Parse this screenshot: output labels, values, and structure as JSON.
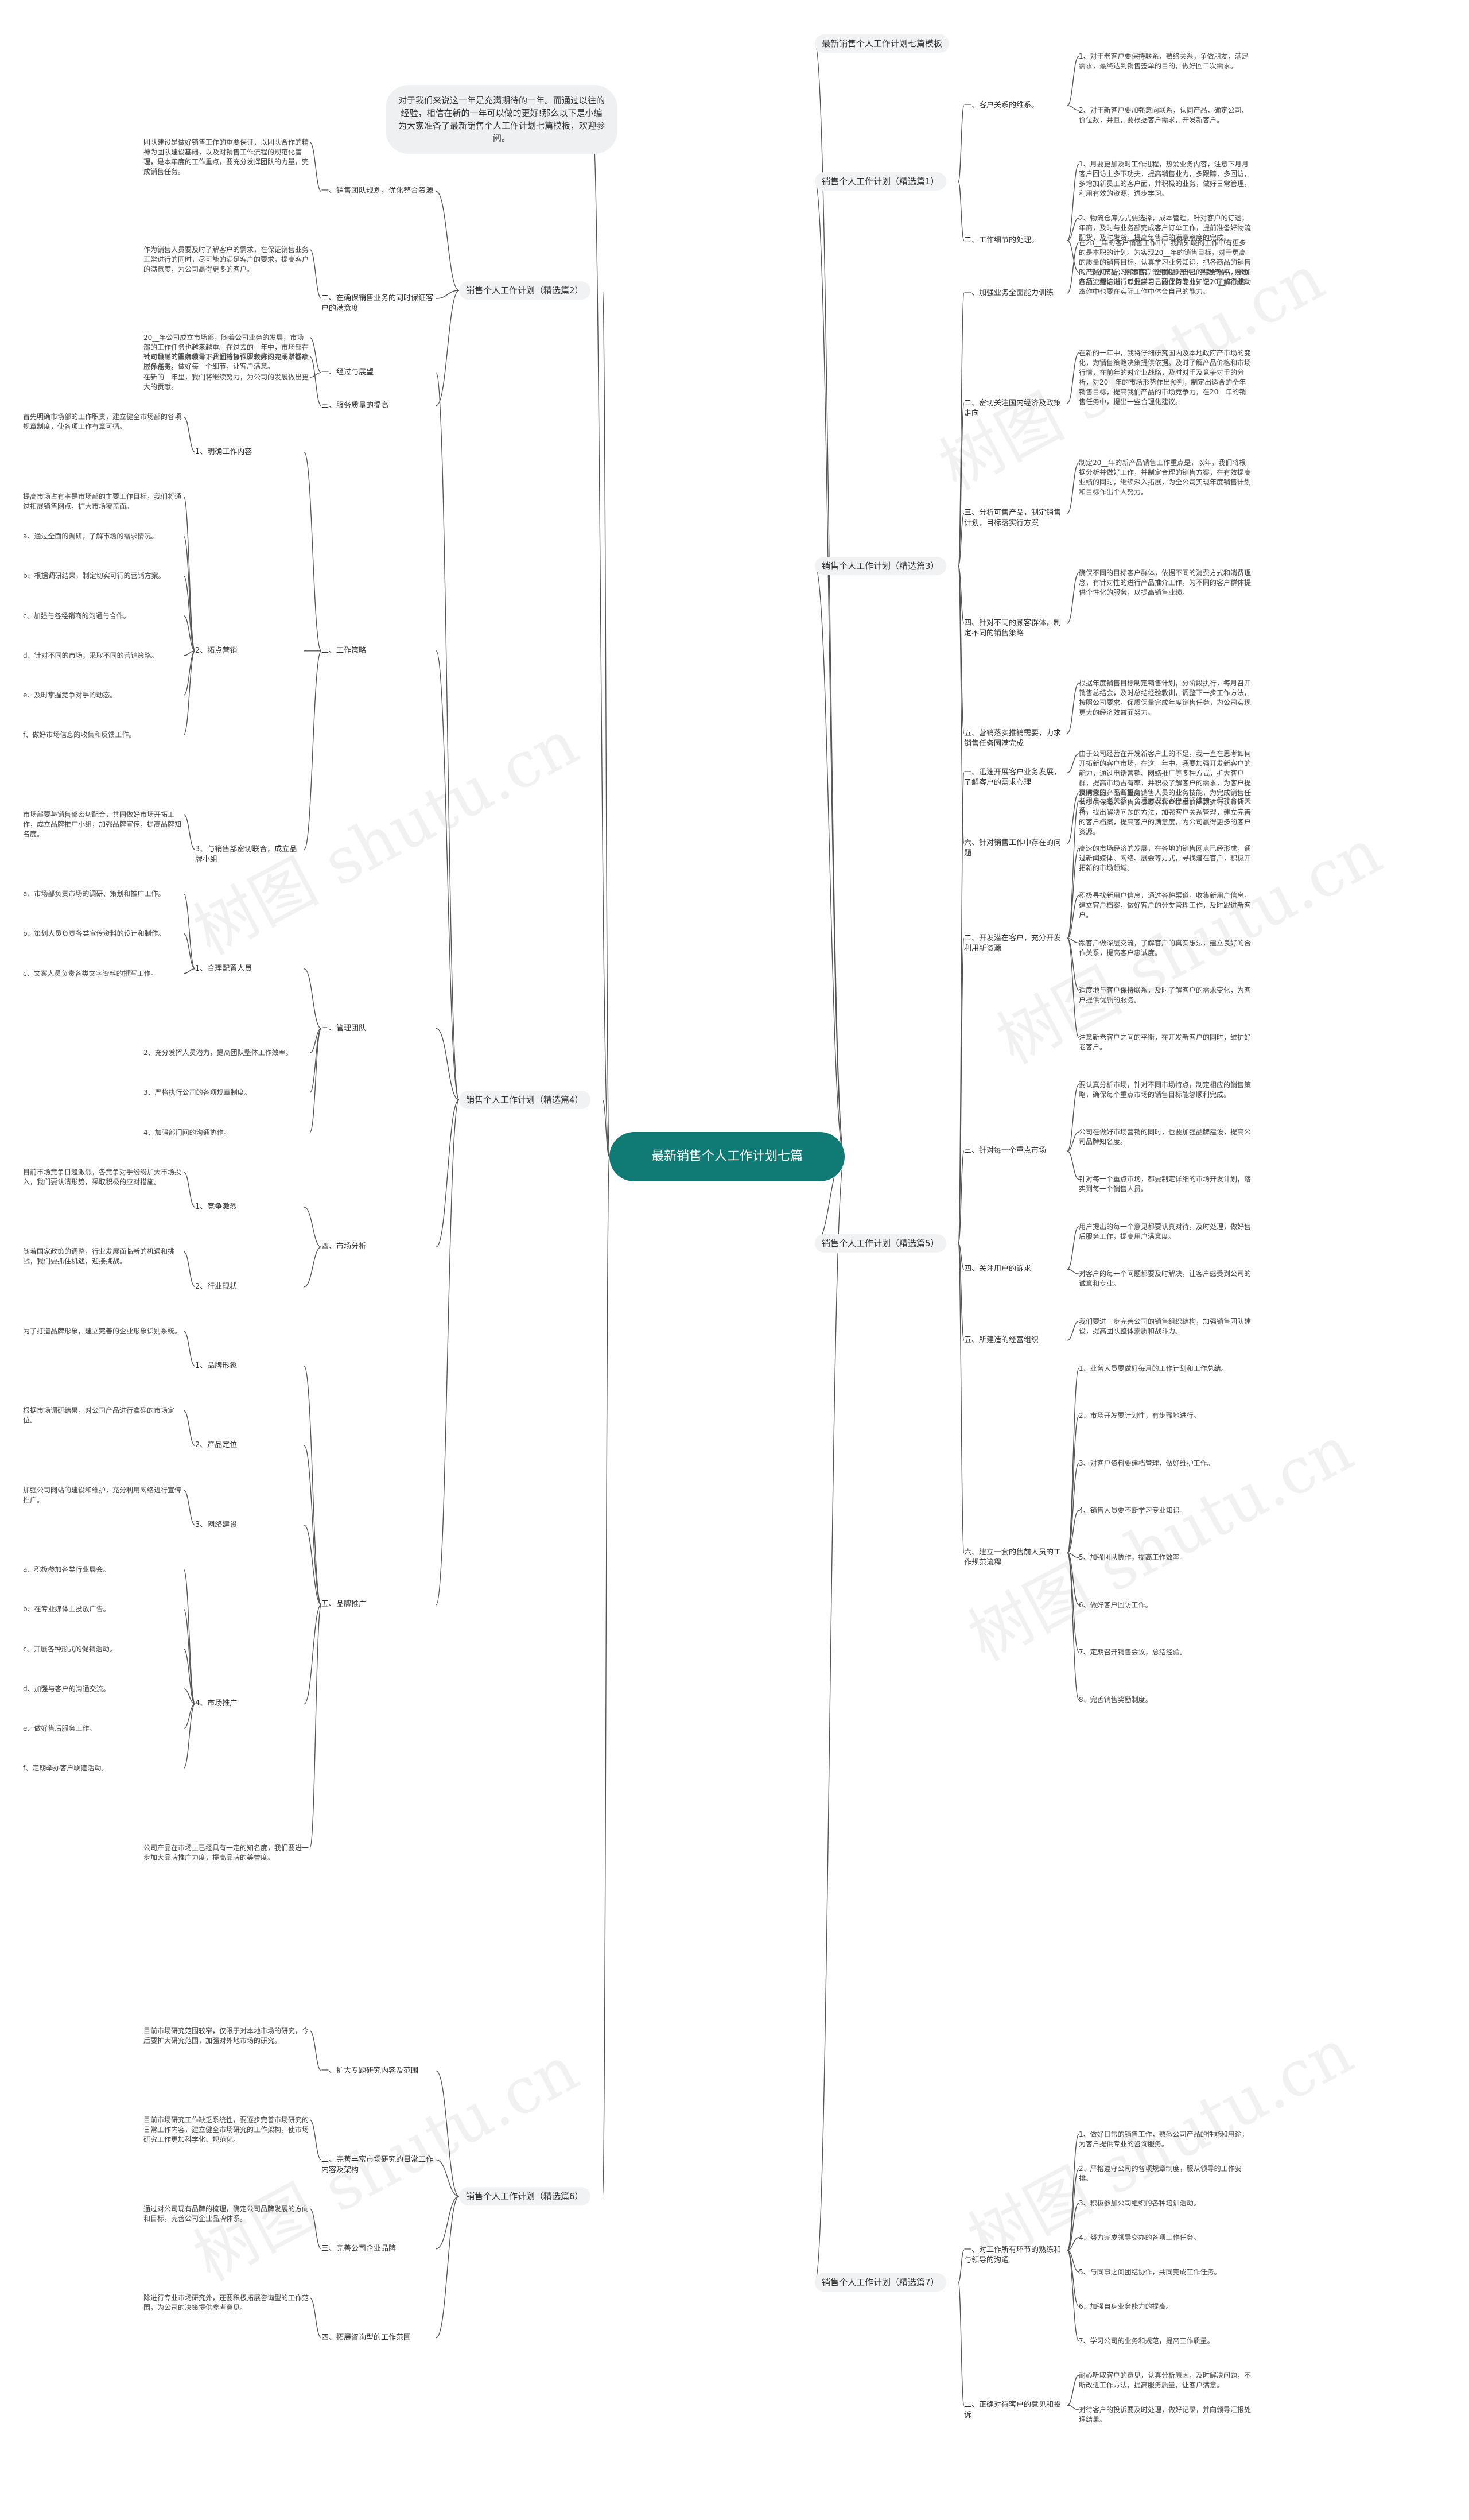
{
  "root": {
    "title": "最新销售个人工作计划七篇"
  },
  "intro": "对于我们来说这一年是充满期待的一年。而通过以往的经验，相信在新的一年可以做的更好!那么以下是小编为大家准备了最新销售个人工作计划七篇模板，欢迎参阅。",
  "right_branches": [
    {
      "title": "最新销售个人工作计划七篇模板"
    },
    {
      "title": "销售个人工作计划（精选篇1）",
      "subs": [
        {
          "title": "一、客户关系的维系。",
          "leaves": [
            "1、对于老客户要保持联系，熟络关系，争做朋友，满足需求，最终达到销售签单的目的，做好回二次需求。",
            "2、对于新客户要加强意向联系，认同产品，确定公司、价位数，并且，要根据客户需求，开发新客户。"
          ]
        },
        {
          "title": "二、工作细节的处理。",
          "leaves": [
            "1、月要更加及时工作进程，热爱业务内容，注意下月月客户回访上多下功夫，提高销售业力，多跟踪，多回访，多增加新员工的客户面，并积极的业务，做好日常管理，利用有效的资源，进步学习。",
            "2、物流仓库方式要选择，成本管理，针对客户的订运，年商，及时与业务部完成客户订单工作，提前准备好物流配货，及时发货，提高每售后的满意率度的完成。",
            "3、多学产品，熟悉客户常用的零部件、熟悉产品，熟悉产品流程，进行专业学习，要保持专业知识，了解行业动态。"
          ]
        }
      ]
    },
    {
      "title": "销售个人工作计划（精选篇3）",
      "subs": [
        {
          "title": "一、加强业务全面能力训练",
          "leaves": [
            "在20__年的客户销售工作中，我所知晓的工作中有更多的是本职的计划。为实现20__年的销售目标，对于更高的质量的销售目标，认真学习业务知识，把各商品的销售的产品知识学习和研究，全面提升自己的综合水平，参加各项业务培训，以提高自己的业务能力，在20__年销售工作中也要在实际工作中体会自己的能力。"
          ]
        },
        {
          "title": "二、密切关注国内经济及政策走向",
          "leaves": [
            "在新的一年中，我将仔细研究国内及本地政府产市场的变化，为销售策略决策提供依据。及时了解产品价格和市场行情，在前年的对企业战略，及时对手及竞争对手的分析，对20__年的市场形势作出预判，制定出适合的全年销售目标，提高我们产品的市场竞争力，在20__年的销售任务中，提出一些合理化建议。"
          ]
        },
        {
          "title": "三、分析可售产品，制定销售计划，目标落实行方案",
          "leaves": [
            "制定20__年的新产品销售工作重点是，以年，我们将根据分析并做好工作，并制定合理的销售方案，在有效提高业绩的同时，继续深入拓展，为全公司实现年度销售计划和目标作出个人努力。"
          ]
        },
        {
          "title": "四、针对不同的顾客群体，制定不同的销售策略",
          "leaves": [
            "确保不同的目标客户群体，依据不同的消费方式和消费理念，有针对性的进行产品推介工作，为不同的客户群体提供个性化的服务，以提高销售业绩。"
          ]
        },
        {
          "title": "五、营销落实推销需要，力求销售任务圆满完成",
          "leaves": [
            "根据年度销售目标制定销售计划，分阶段执行，每月召开销售总结会，及时总结经验教训，调整下一步工作方法，按照公司要求，保质保量完成年度销售任务，为公司实现更大的经济效益而努力。"
          ]
        },
        {
          "title": "六、针对销售工作中存在的问题",
          "leaves": [
            "及时修正，不断提高销售人员的业务技能，为完成销售任务提供保障。销售人员要对客户提出的问题进行认真分析，找出解决问题的方法，加强客户关系管理，建立完善的客户档案，提高客户的满意度，为公司赢得更多的客户资源。"
          ]
        }
      ]
    },
    {
      "title": "销售个人工作计划（精选篇5）",
      "subs": [
        {
          "title": "一、迅速开展客户业务发展，了解客户的需求心理",
          "leaves": [
            "由于公司经营在开发新客户上的不足，我一直在思考如何开拓新的客户市场，在这一年中，我要加强开发新客户的能力，通过电话营销、网络推广等多种方式，扩大客户群，提高市场占有率，并积极了解客户的需求，为客户提供满意的产品和服务。"
          ]
        },
        {
          "title": "二、开发潜在客户，充分开发利用新资源",
          "leaves": [
            "老用户、老关系、合理对现有客户进行维护，保持合作关系。",
            "高速的市场经济的发展，在各地的销售网点已经形成，通过新闻媒体、网络、展会等方式，寻找潜在客户，积极开拓新的市场领域。",
            "积极寻找新用户信息，通过各种渠道，收集新用户信息，建立客户档案，做好客户的分类管理工作，及时跟进新客户。",
            "跟客户做深层交流，了解客户的真实想法，建立良好的合作关系，提高客户忠诚度。",
            "适度地与客户保持联系，及时了解客户的需求变化，为客户提供优质的服务。",
            "注意新老客户之间的平衡，在开发新客户的同时，维护好老客户。"
          ]
        },
        {
          "title": "三、针对每一个重点市场",
          "leaves": [
            "要认真分析市场，针对不同市场特点，制定相应的销售策略，确保每个重点市场的销售目标能够顺利完成。",
            "公司在做好市场营销的同时，也要加强品牌建设，提高公司品牌知名度。",
            "针对每一个重点市场，都要制定详细的市场开发计划，落实到每一个销售人员。"
          ]
        },
        {
          "title": "四、关注用户的诉求",
          "leaves": [
            "用户提出的每一个意见都要认真对待，及时处理，做好售后服务工作，提高用户满意度。",
            "对客户的每一个问题都要及时解决，让客户感受到公司的诚意和专业。"
          ]
        },
        {
          "title": "五、所建造的经营组织",
          "leaves": [
            "我们要进一步完善公司的销售组织结构，加强销售团队建设，提高团队整体素质和战斗力。"
          ]
        },
        {
          "title": "六、建立一套的售前人员的工作规范流程",
          "leaves": [
            "1、业务人员要做好每月的工作计划和工作总结。",
            "2、市场开发要计划性，有步骤地进行。",
            "3、对客户资料要建档管理，做好维护工作。",
            "4、销售人员要不断学习专业知识。",
            "5、加强团队协作，提高工作效率。",
            "6、做好客户回访工作。",
            "7、定期召开销售会议，总结经验。",
            "8、完善销售奖励制度。"
          ]
        }
      ]
    },
    {
      "title": "销售个人工作计划（精选篇7）",
      "subs": [
        {
          "title": "一、对工作所有环节的熟练和与领导的沟通",
          "leaves": [
            "1、做好日常的销售工作，熟悉公司产品的性能和用途，为客户提供专业的咨询服务。",
            "2、严格遵守公司的各项规章制度，服从领导的工作安排。",
            "3、积极参加公司组织的各种培训活动。",
            "4、努力完成领导交办的各项工作任务。",
            "5、与同事之间团结协作，共同完成工作任务。",
            "6、加强自身业务能力的提高。",
            "7、学习公司的业务和规范，提高工作质量。"
          ]
        },
        {
          "title": "二、正确对待客户的意见和投诉",
          "leaves": [
            "耐心听取客户的意见，认真分析原因，及时解决问题，不断改进工作方法，提高服务质量，让客户满意。",
            "对待客户的投诉要及时处理，做好记录，并向领导汇报处理结果。"
          ]
        }
      ]
    }
  ],
  "left_branches": [
    {
      "title": "销售个人工作计划（精选篇2）",
      "subs": [
        {
          "title": "一、销售团队规划，优化整合资源",
          "leaves": [
            "团队建设是做好销售工作的重要保证，以团队合作的精神为团队建设基础，以及对销售工作流程的规范化管理，是本年度的工作重点，要充分发挥团队的力量，完成销售任务。"
          ]
        },
        {
          "title": "二、在确保销售业务的同时保证客户的满意度",
          "leaves": [
            "作为销售人员要及时了解客户的需求，在保证销售业务正常进行的同时，尽可能的满足客户的要求，提高客户的满意度，为公司赢得更多的客户。"
          ]
        },
        {
          "title": "三、服务质量的提高",
          "leaves": [
            "针对目前的服务质量，我们将加强服务意识，不断提高服务水平，做好每一个细节，让客户满意。"
          ]
        }
      ]
    },
    {
      "title": "销售个人工作计划（精选篇4）",
      "subs": [
        {
          "title": "一、经过与展望",
          "leaves": [
            "20__年公司成立市场部，随着公司业务的发展，市场部的工作任务也越来越重。在过去的一年中，市场部在公司领导的正确领导下，团结协作，较好的完成了各项工作任务。",
            "在新的一年里，我们将继续努力，为公司的发展做出更大的贡献。"
          ]
        },
        {
          "title": "二、工作策略",
          "subs": [
            {
              "title": "1、明确工作内容",
              "leaves": [
                "首先明确市场部的工作职责，建立健全市场部的各项规章制度，使各项工作有章可循。"
              ]
            },
            {
              "title": "2、拓点营销",
              "leaves": [
                "提高市场占有率是市场部的主要工作目标，我们将通过拓展销售网点，扩大市场覆盖面。",
                "a、通过全面的调研，了解市场的需求情况。",
                "b、根据调研结果，制定切实可行的营销方案。",
                "c、加强与各经销商的沟通与合作。",
                "d、针对不同的市场，采取不同的营销策略。",
                "e、及时掌握竞争对手的动态。",
                "f、做好市场信息的收集和反馈工作。"
              ]
            },
            {
              "title": "3、与销售部密切联合，成立品牌小组",
              "leaves": [
                "市场部要与销售部密切配合，共同做好市场开拓工作，成立品牌推广小组，加强品牌宣传，提高品牌知名度。"
              ]
            }
          ]
        },
        {
          "title": "三、管理团队",
          "subs": [
            {
              "title": "1、合理配置人员",
              "leaves": [
                "a、市场部负责市场的调研、策划和推广工作。",
                "b、策划人员负责各类宣传资料的设计和制作。",
                "c、文案人员负责各类文字资料的撰写工作。"
              ]
            }
          ],
          "leaves": [
            "2、充分发挥人员潜力，提高团队整体工作效率。",
            "3、严格执行公司的各项规章制度。",
            "4、加强部门间的沟通协作。"
          ]
        },
        {
          "title": "四、市场分析",
          "subs": [
            {
              "title": "1、竞争激烈",
              "leaves": [
                "目前市场竞争日趋激烈，各竞争对手纷纷加大市场投入，我们要认清形势，采取积极的应对措施。"
              ]
            },
            {
              "title": "2、行业现状",
              "leaves": [
                "随着国家政策的调整，行业发展面临新的机遇和挑战，我们要抓住机遇，迎接挑战。"
              ]
            }
          ]
        },
        {
          "title": "五、品牌推广",
          "leaves": [
            "公司产品在市场上已经具有一定的知名度，我们要进一步加大品牌推广力度，提高品牌的美誉度。"
          ],
          "subs": [
            {
              "title": "1、品牌形象",
              "leaves": [
                "为了打造品牌形象，建立完善的企业形象识别系统。"
              ]
            },
            {
              "title": "2、产品定位",
              "leaves": [
                "根据市场调研结果，对公司产品进行准确的市场定位。"
              ]
            },
            {
              "title": "3、网络建设",
              "leaves": [
                "加强公司网站的建设和维护，充分利用网络进行宣传推广。"
              ]
            },
            {
              "title": "4、市场推广",
              "leaves": [
                "a、积极参加各类行业展会。",
                "b、在专业媒体上投放广告。",
                "c、开展各种形式的促销活动。",
                "d、加强与客户的沟通交流。",
                "e、做好售后服务工作。",
                "f、定期举办客户联谊活动。"
              ]
            }
          ]
        }
      ]
    },
    {
      "title": "销售个人工作计划（精选篇6）",
      "subs": [
        {
          "title": "一、扩大专题研究内容及范围",
          "leaves": [
            "目前市场研究范围较窄，仅限于对本地市场的研究，今后要扩大研究范围，加强对外地市场的研究。"
          ]
        },
        {
          "title": "二、完善丰富市场研究的日常工作内容及架构",
          "leaves": [
            "目前市场研究工作缺乏系统性，要逐步完善市场研究的日常工作内容，建立健全市场研究的工作架构，使市场研究工作更加科学化、规范化。"
          ]
        },
        {
          "title": "三、完善公司企业品牌",
          "leaves": [
            "通过对公司现有品牌的梳理，确定公司品牌发展的方向和目标，完善公司企业品牌体系。"
          ]
        },
        {
          "title": "四、拓展咨询型的工作范围",
          "leaves": [
            "除进行专业市场研究外，还要积极拓展咨询型的工作范围，为公司的决策提供参考意见。"
          ]
        }
      ]
    }
  ],
  "watermarks": [
    "树图 shutu.cn",
    "树图 shutu.cn",
    "树图 shutu.cn",
    "树图 shutu.cn",
    "树图 shutu.cn",
    "树图 shutu.cn"
  ],
  "colors": {
    "root_bg": "#0f7b74",
    "link": "#555555",
    "branch_bg": "#f1f2f3"
  }
}
